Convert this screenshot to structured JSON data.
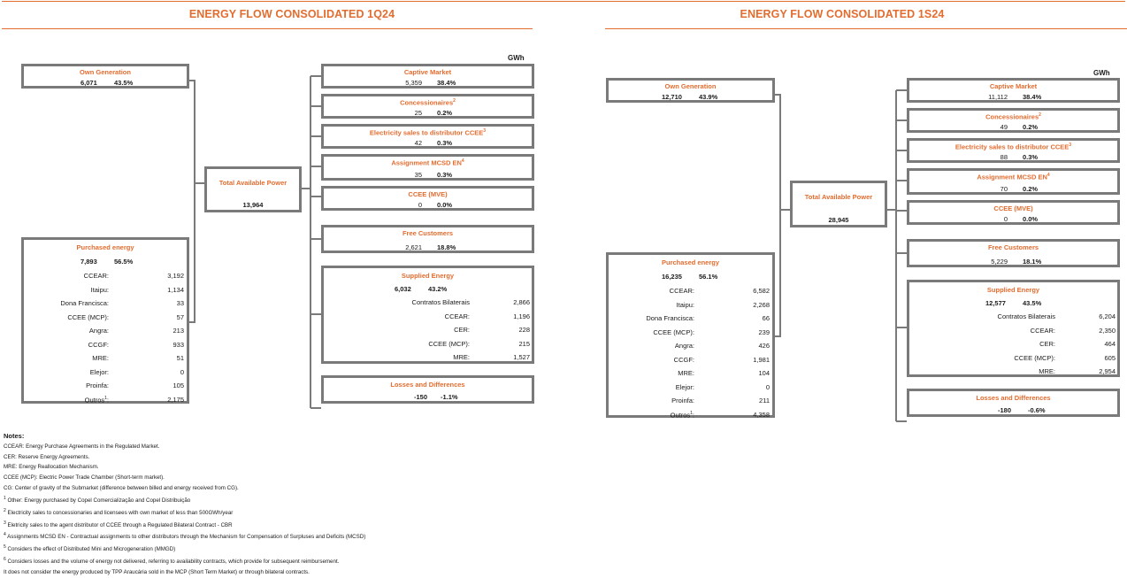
{
  "unit": "GWh",
  "panels": [
    {
      "title": "ENERGY FLOW CONSOLIDATED 1Q24",
      "own": {
        "label": "Own Generation",
        "value": "6,071",
        "pct": "43.5%"
      },
      "purchased": {
        "label": "Purchased energy",
        "value": "7,893",
        "pct": "56.5%",
        "rows": [
          {
            "name": "CCEAR:",
            "value": "3,192"
          },
          {
            "name": "Itaipu:",
            "value": "1,134"
          },
          {
            "name": "Dona Francisca:",
            "value": "33"
          },
          {
            "name": "CCEE (MCP):",
            "value": "57"
          },
          {
            "name": "Angra:",
            "value": "213"
          },
          {
            "name": "CCGF:",
            "value": "933"
          },
          {
            "name": "MRE:",
            "value": "51"
          },
          {
            "name": "Elejor:",
            "value": "0"
          },
          {
            "name": "Proinfa:",
            "value": "105"
          },
          {
            "name": "Outros",
            "sup": "1",
            "colon": ":",
            "value": "2,175"
          }
        ]
      },
      "total": {
        "label": "Total Available Power",
        "value": "13,964"
      },
      "outputs": [
        {
          "label": "Captive Market",
          "sup": "",
          "value": "5,359",
          "pct": "38.4%"
        },
        {
          "label": "Concessionaires",
          "sup": "2",
          "value": "25",
          "pct": "0.2%"
        },
        {
          "label": "Electricity sales to distributor CCEE",
          "sup": "3",
          "value": "42",
          "pct": "0.3%"
        },
        {
          "label": "Assignment MCSD EN",
          "sup": "4",
          "value": "35",
          "pct": "0.3%"
        },
        {
          "label": "CCEE (MVE)",
          "sup": "",
          "value": "0",
          "pct": "0.0%"
        },
        {
          "label": "Free Customers",
          "sup": "",
          "value": "2,621",
          "pct": "18.8%"
        }
      ],
      "supplied": {
        "label": "Supplied Energy",
        "value": "6,032",
        "pct": "43.2%",
        "rows": [
          {
            "name": "Contratos Bilaterais",
            "value": "2,866"
          },
          {
            "name": "CCEAR:",
            "value": "1,196"
          },
          {
            "name": "CER:",
            "value": "228"
          },
          {
            "name": "CCEE (MCP):",
            "value": "215"
          },
          {
            "name": "MRE:",
            "value": "1,527"
          }
        ]
      },
      "losses": {
        "label": "Losses and Differences",
        "value": "-150",
        "pct": "-1.1%"
      }
    },
    {
      "title": "ENERGY FLOW CONSOLIDATED 1S24",
      "own": {
        "label": "Own Generation",
        "value": "12,710",
        "pct": "43.9%"
      },
      "purchased": {
        "label": "Purchased energy",
        "value": "16,235",
        "pct": "56.1%",
        "rows": [
          {
            "name": "CCEAR:",
            "value": "6,582"
          },
          {
            "name": "Itaipu:",
            "value": "2,268"
          },
          {
            "name": "Dona Francisca:",
            "value": "66"
          },
          {
            "name": "CCEE (MCP):",
            "value": "239"
          },
          {
            "name": "Angra:",
            "value": "426"
          },
          {
            "name": "CCGF:",
            "value": "1,981"
          },
          {
            "name": "MRE:",
            "value": "104"
          },
          {
            "name": "Elejor:",
            "value": "0"
          },
          {
            "name": "Proinfa:",
            "value": "211"
          },
          {
            "name": "Outros",
            "sup": "1",
            "colon": ":",
            "value": "4,358"
          }
        ]
      },
      "total": {
        "label": "Total Available Power",
        "value": "28,945"
      },
      "outputs": [
        {
          "label": "Captive Market",
          "sup": "",
          "value": "11,112",
          "pct": "38.4%"
        },
        {
          "label": "Concessionaires",
          "sup": "2",
          "value": "49",
          "pct": "0.2%"
        },
        {
          "label": "Electricity sales to distributor CCEE",
          "sup": "3",
          "value": "88",
          "pct": "0.3%"
        },
        {
          "label": "Assignment MCSD EN",
          "sup": "4",
          "value": "70",
          "pct": "0.2%"
        },
        {
          "label": "CCEE (MVE)",
          "sup": "",
          "value": "0",
          "pct": "0.0%"
        },
        {
          "label": "Free Customers",
          "sup": "",
          "value": "5,229",
          "pct": "18.1%"
        }
      ],
      "supplied": {
        "label": "Supplied Energy",
        "value": "12,577",
        "pct": "43.5%",
        "rows": [
          {
            "name": "Contratos Bilaterais",
            "value": "6,204"
          },
          {
            "name": "CCEAR:",
            "value": "2,350"
          },
          {
            "name": "CER:",
            "value": "464"
          },
          {
            "name": "CCEE (MCP):",
            "value": "605"
          },
          {
            "name": "MRE:",
            "value": "2,954"
          }
        ]
      },
      "losses": {
        "label": "Losses and Differences",
        "value": "-180",
        "pct": "-0.6%"
      }
    }
  ],
  "notes": {
    "heading": "Notes:",
    "lines": [
      {
        "sup": "",
        "text": "CCEAR: Energy Purchase Agreements in the Regulated Market."
      },
      {
        "sup": "",
        "text": "CER: Reserve Energy Agreements."
      },
      {
        "sup": "",
        "text": "MRE: Energy Reallocation Mechanism."
      },
      {
        "sup": "",
        "text": "CCEE (MCP): Electric Power Trade Chamber (Short-term market)."
      },
      {
        "sup": "",
        "text": "CG: Center of gravity of the Submarket (difference between billed and energy received from CG)."
      },
      {
        "sup": "1",
        "text": " Other: Energy purchased by Copel Comercialização and Copel Distribuição"
      },
      {
        "sup": "2",
        "text": " Electricity sales to concessionaries and licensees with own market of less than 500GWh/year"
      },
      {
        "sup": "3",
        "text": " Eletricity sales to the agent distributor of CCEE through a Regulated Bilateral Contract - CBR"
      },
      {
        "sup": "4",
        "text": " Assignments MCSD EN - Contractual assignments to other distributors through the Mechanism for Compensation of Surpluses and Deficits (MCSD)"
      },
      {
        "sup": "5",
        "text": " Considers the effect of Distributed Mini and Microgeneration (MMGD)"
      },
      {
        "sup": "6",
        "text": " Considers losses and the volume of energy not delivered, referring to availability contracts, which provide for subsequent reimbursement."
      },
      {
        "sup": "",
        "text": "It does not consider the energy produced by TPP Araucária sold in the MCP (Short Term Market) or through bilateral contracts."
      }
    ]
  }
}
